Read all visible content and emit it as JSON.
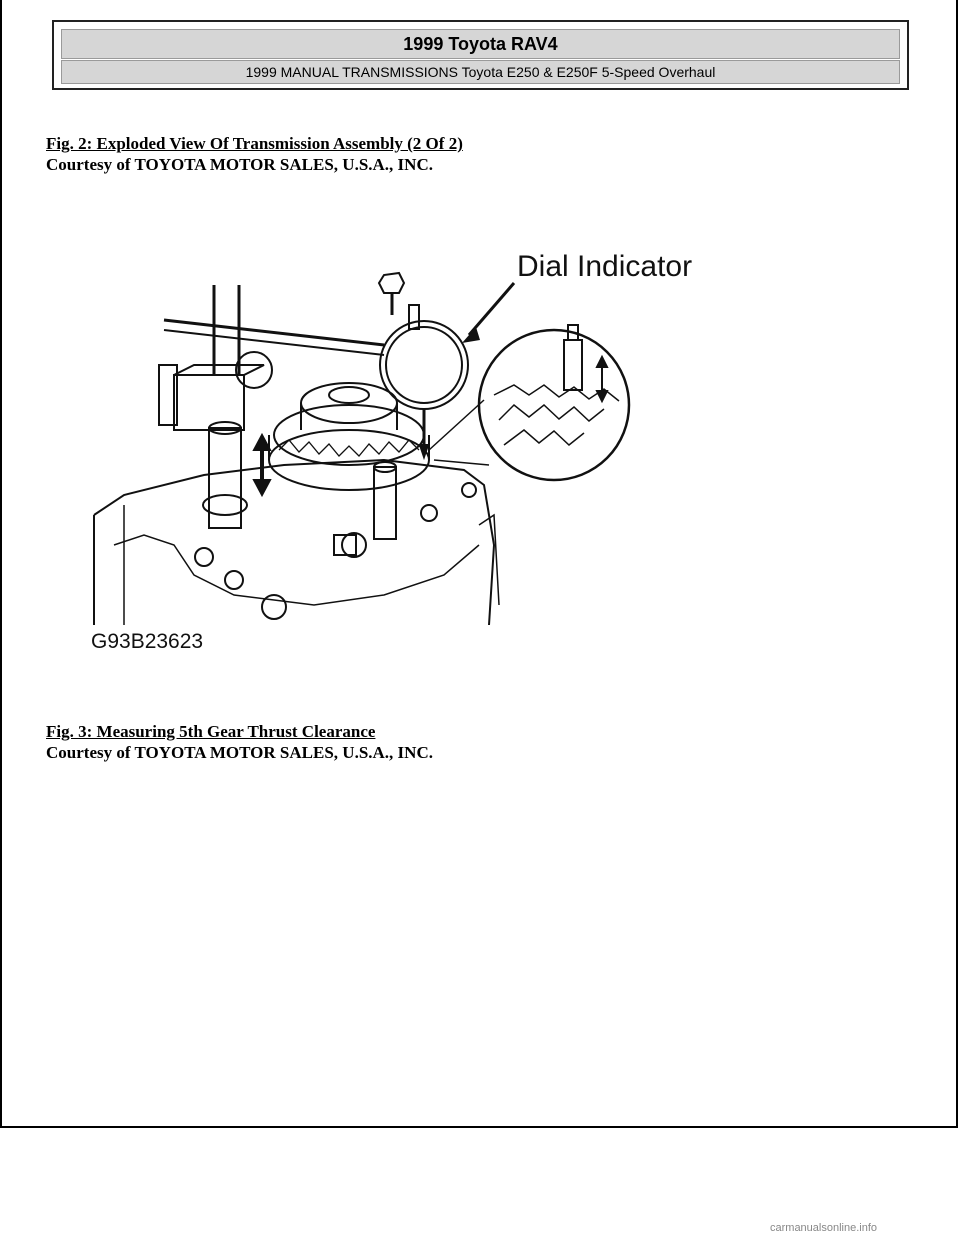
{
  "header": {
    "title": "1999 Toyota RAV4",
    "subtitle": "1999 MANUAL TRANSMISSIONS Toyota E250 & E250F 5-Speed Overhaul"
  },
  "figure2": {
    "label": "Fig. 2: Exploded View Of Transmission Assembly (2 Of 2)",
    "credit": "Courtesy of TOYOTA MOTOR SALES, U.S.A., INC."
  },
  "illustration": {
    "callout": "Dial Indicator",
    "code": "G93B23623"
  },
  "figure3": {
    "label": "Fig. 3: Measuring 5th Gear Thrust Clearance",
    "credit": "Courtesy of TOYOTA MOTOR SALES, U.S.A., INC."
  },
  "watermark": "carmanualsonline.info"
}
